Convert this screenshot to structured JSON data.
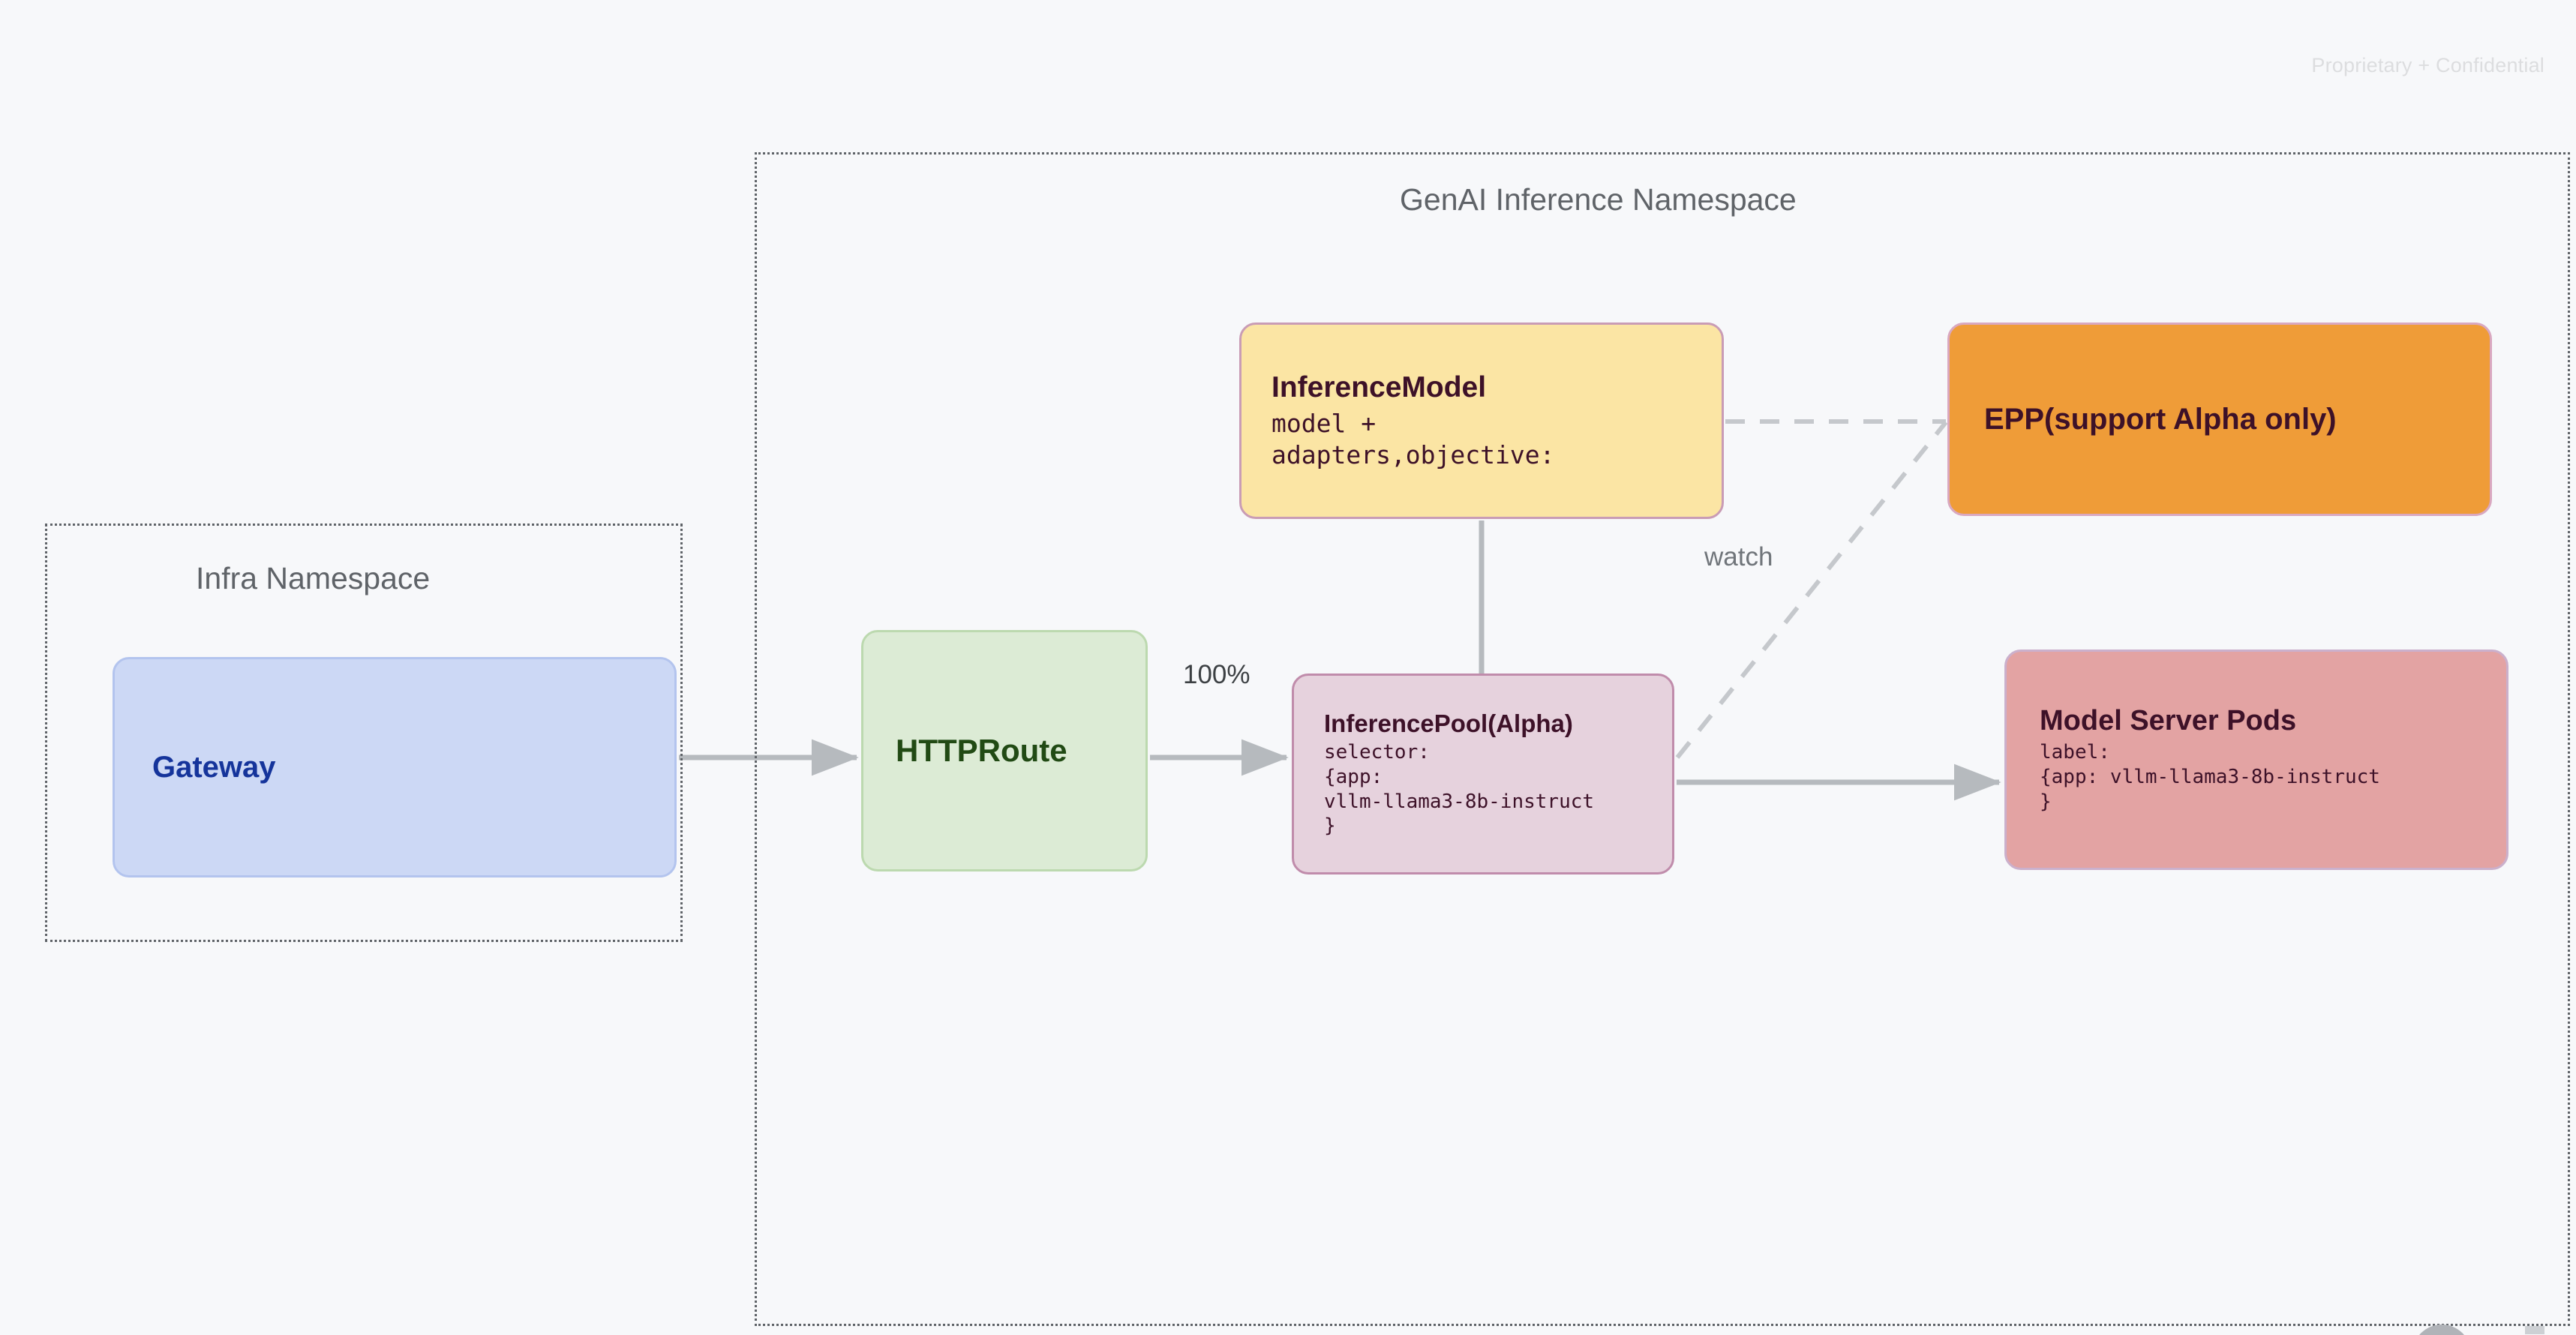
{
  "watermark": "Proprietary + Confidential",
  "namespaces": [
    {
      "id": "infra",
      "title": "Infra Namespace"
    },
    {
      "id": "genai",
      "title": "GenAI Inference Namespace"
    }
  ],
  "nodes": {
    "gateway": {
      "title": "Gateway",
      "fill": "#ccd8f5",
      "text_color": "#15349b"
    },
    "httproute": {
      "title": "HTTPRoute",
      "fill": "#dcebd5",
      "text_color": "#214a14"
    },
    "inferencemodel": {
      "title": "InferenceModel",
      "sub": "model +\nadapters,objective:",
      "fill": "#fbe5a4",
      "text_color": "#3d1128"
    },
    "inferencepool": {
      "title": "InferencePool(Alpha)",
      "sub": "selector:\n{app:\nvllm-llama3-8b-instruct\n}",
      "fill": "#e6d2dd",
      "text_color": "#3d1128"
    },
    "epp": {
      "title": "EPP(support Alpha only)",
      "fill": "#ef9c38",
      "text_color": "#3d1128"
    },
    "modelserverpods": {
      "title": "Model Server Pods",
      "sub": "label:\n{app: vllm-llama3-8b-instruct\n}",
      "fill": "#e3a3a3",
      "text_color": "#3d1128"
    }
  },
  "edges": {
    "traffic_share": "100%",
    "watch": "watch"
  },
  "colors": {
    "background": "#f7f8fa",
    "connector": "#b6babe",
    "namespace_border": "#5f6368",
    "namespace_title": "#5f6368",
    "edge_label": "#3c4043"
  }
}
